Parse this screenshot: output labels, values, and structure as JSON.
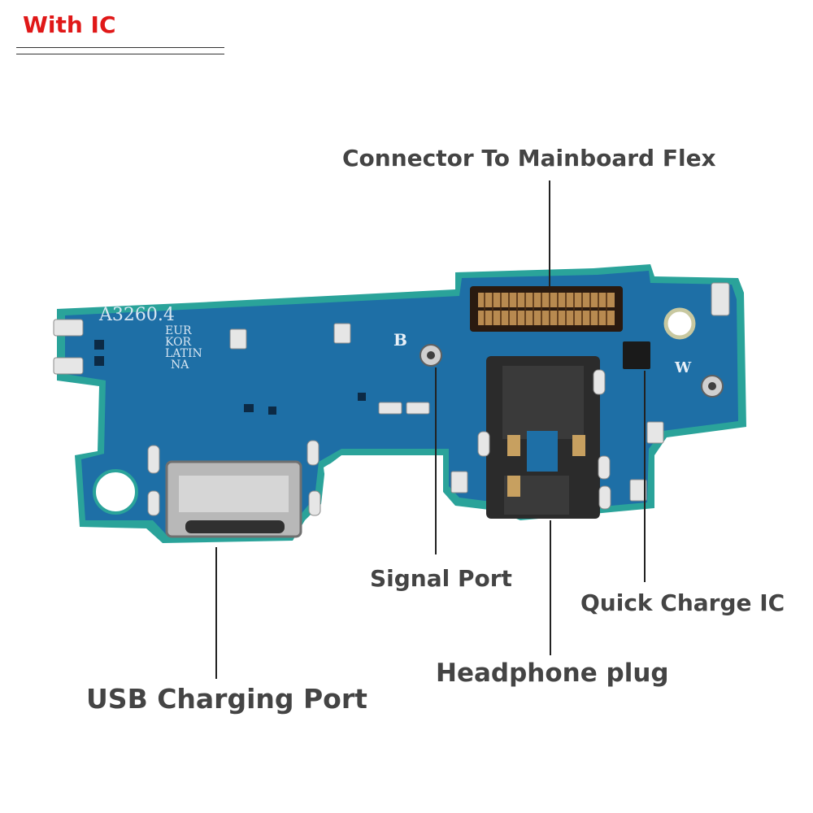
{
  "badge": {
    "text": "With IC",
    "color": "#e01818"
  },
  "board": {
    "silkscreen_model": "A3260.4",
    "silkscreen_regions": [
      "EUR",
      "KOR",
      "LATIN",
      "NA"
    ],
    "marker_b": "B",
    "marker_w": "W",
    "board_color": "#1e6fa6",
    "edge_color": "#2aa39a"
  },
  "callouts": {
    "connector": "Connector To Mainboard Flex",
    "signal_port": "Signal Port",
    "quick_charge_ic": "Quick Charge IC",
    "headphone_plug": "Headphone plug",
    "usb_port": "USB Charging Port"
  }
}
